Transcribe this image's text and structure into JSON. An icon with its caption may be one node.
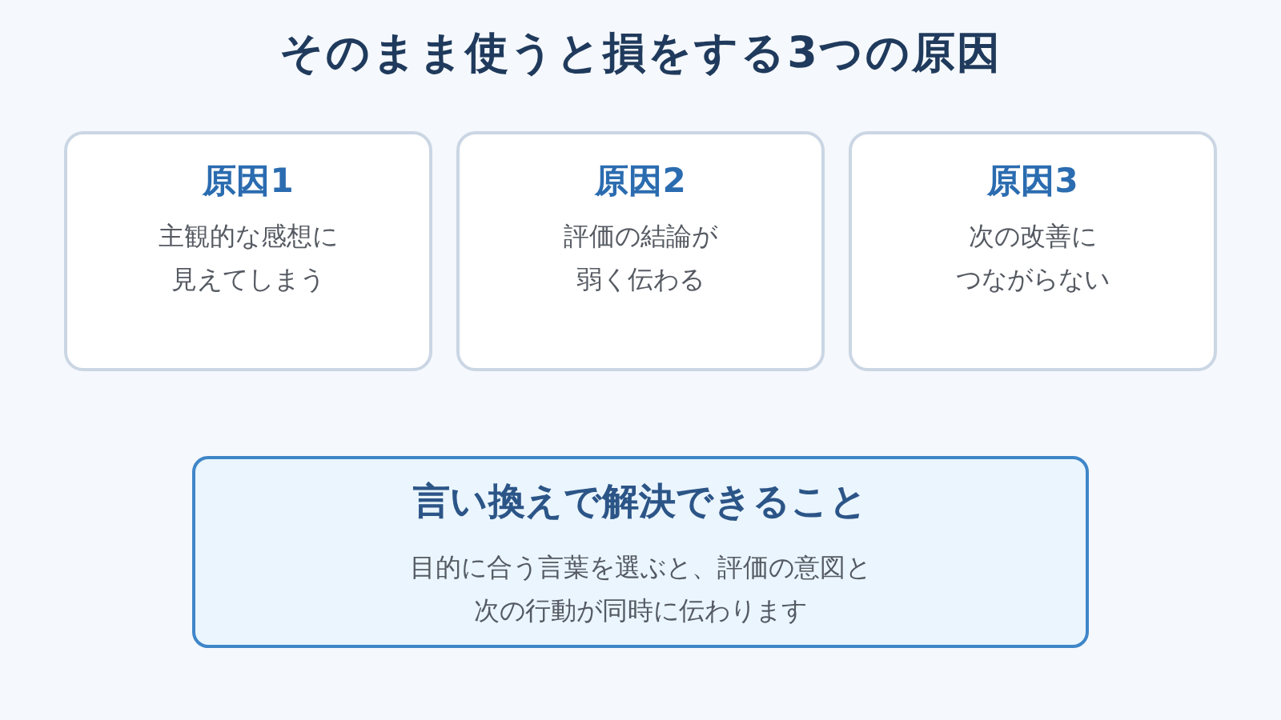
{
  "diagram": {
    "title": "そのまま使うと損をする3つの原因",
    "nodes": [
      {
        "text": [
          "原因1",
          "主観的な感想に見えてしまう"
        ]
      },
      {
        "text": [
          "原因2",
          "評価の結論が弱く伝わる"
        ]
      },
      {
        "text": [
          "原因3",
          "次の改善につながらない"
        ]
      },
      {
        "text": [
          "言い換えで解決できること",
          "目的に合う言葉を選ぶと、評価の意図と次の行動が同時に伝わります"
        ]
      }
    ],
    "edges": []
  }
}
